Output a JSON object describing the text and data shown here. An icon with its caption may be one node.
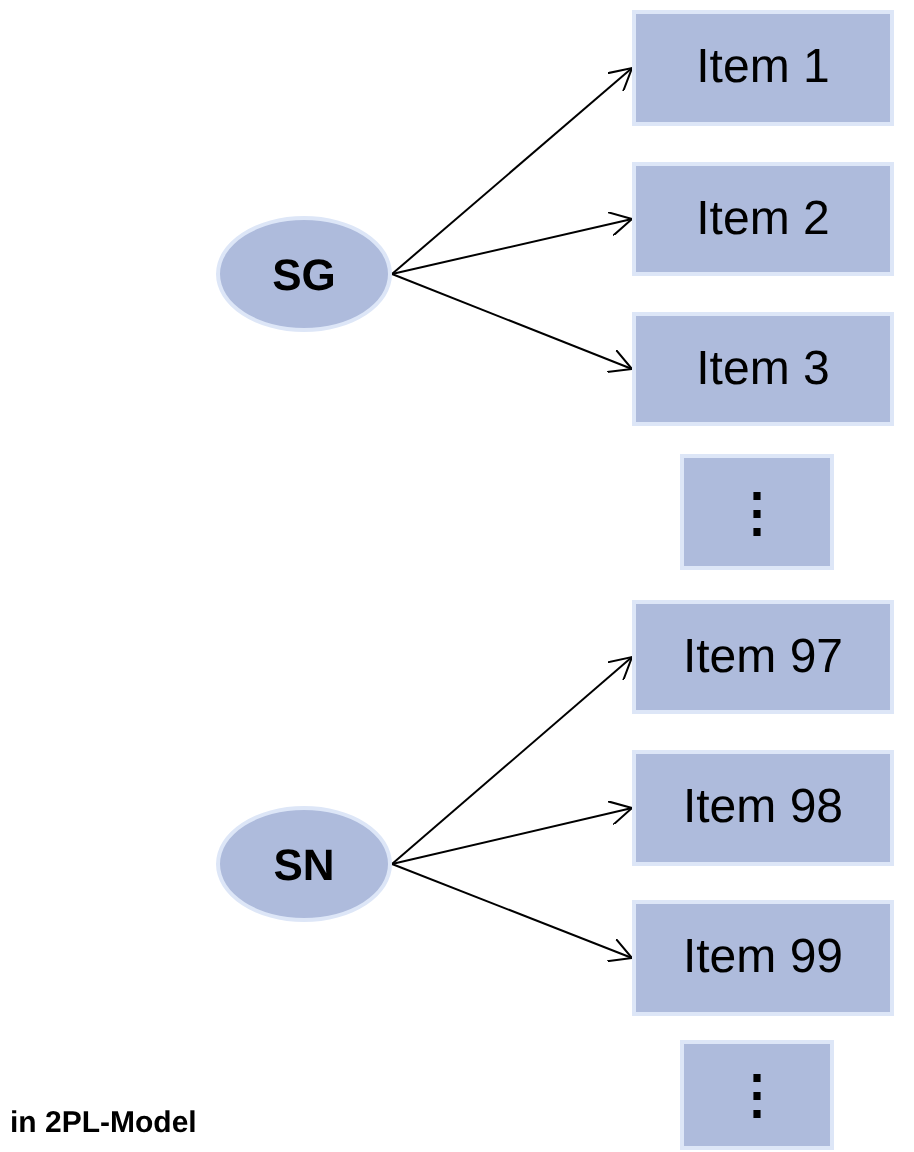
{
  "diagram": {
    "nodes": [
      {
        "text": [
          "SG"
        ]
      },
      {
        "text": [
          "Item 1"
        ]
      },
      {
        "text": [
          "Item 2"
        ]
      },
      {
        "text": [
          "Item 3"
        ]
      },
      {
        "text": [
          "⋮"
        ]
      },
      {
        "text": [
          "SN"
        ]
      },
      {
        "text": [
          "Item 97"
        ]
      },
      {
        "text": [
          "Item 98"
        ]
      },
      {
        "text": [
          "Item 99"
        ]
      },
      {
        "text": [
          "⋮"
        ]
      }
    ],
    "edges": [
      {
        "from": 0,
        "to": 1,
        "arrow": "to"
      },
      {
        "from": 0,
        "to": 2,
        "arrow": "to"
      },
      {
        "from": 0,
        "to": 3,
        "arrow": "to"
      },
      {
        "from": 5,
        "to": 6,
        "arrow": "to"
      },
      {
        "from": 5,
        "to": 7,
        "arrow": "to"
      },
      {
        "from": 5,
        "to": 8,
        "arrow": "to"
      }
    ],
    "labels": [
      "in 2PL-Model"
    ]
  }
}
